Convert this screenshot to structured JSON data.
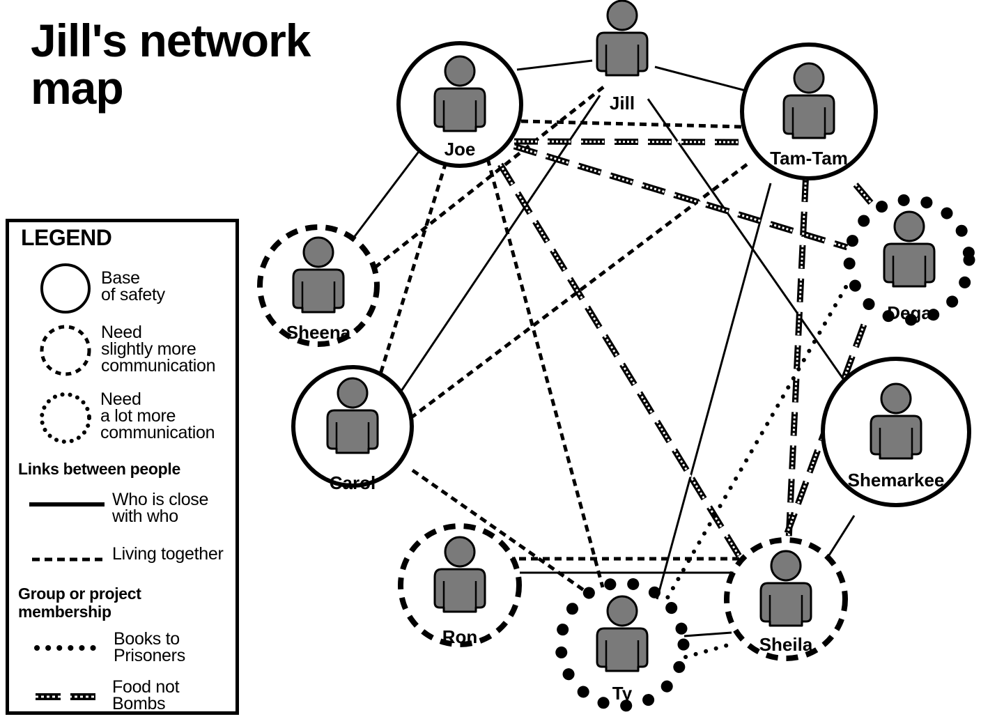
{
  "title": {
    "line1": "Jill's network",
    "line2": "map"
  },
  "legend": {
    "heading": "LEGEND",
    "circles": [
      {
        "style": "solid",
        "lines": [
          "Base",
          "of safety"
        ]
      },
      {
        "style": "dashed",
        "lines": [
          "Need",
          "slightly more",
          "communication"
        ]
      },
      {
        "style": "dotted",
        "lines": [
          "Need",
          "a lot more",
          "communication"
        ]
      }
    ],
    "links_heading": "Links between people",
    "links": [
      {
        "style": "solid",
        "lines": [
          "Who is close",
          "with who"
        ]
      },
      {
        "style": "dashed",
        "lines": [
          "Living together"
        ]
      }
    ],
    "groups_heading": [
      "Group or project",
      "membership"
    ],
    "groups": [
      {
        "style": "dotted",
        "lines": [
          "Books to",
          "Prisoners"
        ]
      },
      {
        "style": "food",
        "lines": [
          "Food not",
          "Bombs"
        ]
      }
    ]
  },
  "people": [
    {
      "id": "jill",
      "name": "Jill",
      "ring": "none"
    },
    {
      "id": "joe",
      "name": "Joe",
      "ring": "solid"
    },
    {
      "id": "tamtam",
      "name": "Tam-Tam",
      "ring": "solid"
    },
    {
      "id": "sheena",
      "name": "Sheena",
      "ring": "dashed"
    },
    {
      "id": "dega",
      "name": "Dega",
      "ring": "dotted"
    },
    {
      "id": "carol",
      "name": "Carol",
      "ring": "solid"
    },
    {
      "id": "shemarkee",
      "name": "Shemarkee",
      "ring": "solid"
    },
    {
      "id": "ron",
      "name": "Ron",
      "ring": "dashed"
    },
    {
      "id": "ty",
      "name": "Ty",
      "ring": "dotted"
    },
    {
      "id": "sheila",
      "name": "Sheila",
      "ring": "dashed"
    }
  ],
  "links": [
    {
      "from": "jill",
      "to": "joe",
      "type": "close"
    },
    {
      "from": "jill",
      "to": "tamtam",
      "type": "close"
    },
    {
      "from": "jill",
      "to": "carol",
      "type": "close"
    },
    {
      "from": "jill",
      "to": "shemarkee",
      "type": "close"
    },
    {
      "from": "jill",
      "to": "sheena",
      "type": "living"
    },
    {
      "from": "joe",
      "to": "sheena",
      "type": "close"
    },
    {
      "from": "joe",
      "to": "tamtam",
      "type": "living"
    },
    {
      "from": "joe",
      "to": "carol",
      "type": "living"
    },
    {
      "from": "joe",
      "to": "ty",
      "type": "living"
    },
    {
      "from": "tamtam",
      "to": "carol",
      "type": "living"
    },
    {
      "from": "tamtam",
      "to": "ty",
      "type": "close"
    },
    {
      "from": "carol",
      "to": "ty",
      "type": "living"
    },
    {
      "from": "ron",
      "to": "sheila",
      "type": "close"
    },
    {
      "from": "ron",
      "to": "sheila",
      "type": "living"
    },
    {
      "from": "shemarkee",
      "to": "sheila",
      "type": "close"
    },
    {
      "from": "ty",
      "to": "sheila",
      "type": "close"
    },
    {
      "from": "joe",
      "to": "tamtam",
      "type": "food"
    },
    {
      "from": "joe",
      "to": "dega",
      "type": "food"
    },
    {
      "from": "joe",
      "to": "sheila",
      "type": "food"
    },
    {
      "from": "tamtam",
      "to": "dega",
      "type": "food"
    },
    {
      "from": "tamtam",
      "to": "sheila",
      "type": "food"
    },
    {
      "from": "dega",
      "to": "sheila",
      "type": "food"
    },
    {
      "from": "dega",
      "to": "ty",
      "type": "books"
    },
    {
      "from": "ty",
      "to": "sheila",
      "type": "books"
    }
  ]
}
